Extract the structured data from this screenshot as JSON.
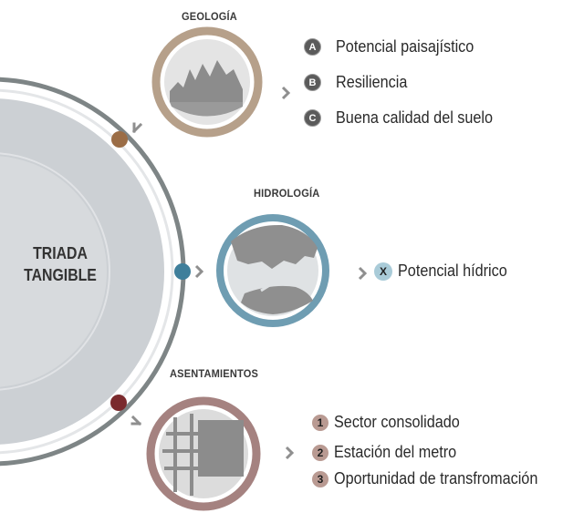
{
  "core": {
    "line1": "TRIADA",
    "line2": "TANGIBLE"
  },
  "sections": {
    "geologia": {
      "title": "GEOLOGÍA",
      "color": "#b6a08a",
      "items": [
        {
          "badge": "A",
          "label": "Potencial paisajístico"
        },
        {
          "badge": "B",
          "label": "Resiliencia"
        },
        {
          "badge": "C",
          "label": "Buena  calidad del suelo"
        }
      ]
    },
    "hidrologia": {
      "title": "HIDROLOGÍA",
      "color": "#6f9db2",
      "items": [
        {
          "badge": "X",
          "label": "Potencial hídrico"
        }
      ]
    },
    "asentamientos": {
      "title": "ASENTAMIENTOS",
      "color": "#a58280",
      "items": [
        {
          "badge": "1",
          "label": "Sector consolidado"
        },
        {
          "badge": "2",
          "label": "Estación del metro"
        },
        {
          "badge": "3",
          "label": "Oportunidad de transfromación"
        }
      ]
    }
  },
  "icons": {
    "arrow": "chevron-right-icon",
    "connector": "corner-arrow-icon"
  },
  "colors": {
    "outer_ring": "#7e8586",
    "core_fill": "#ccd0d4",
    "core_inner": "#d7dadd",
    "dot_geologia": "#9b6d46",
    "dot_hidrologia": "#3f7f9b",
    "dot_asentamientos": "#7a2a2d"
  }
}
